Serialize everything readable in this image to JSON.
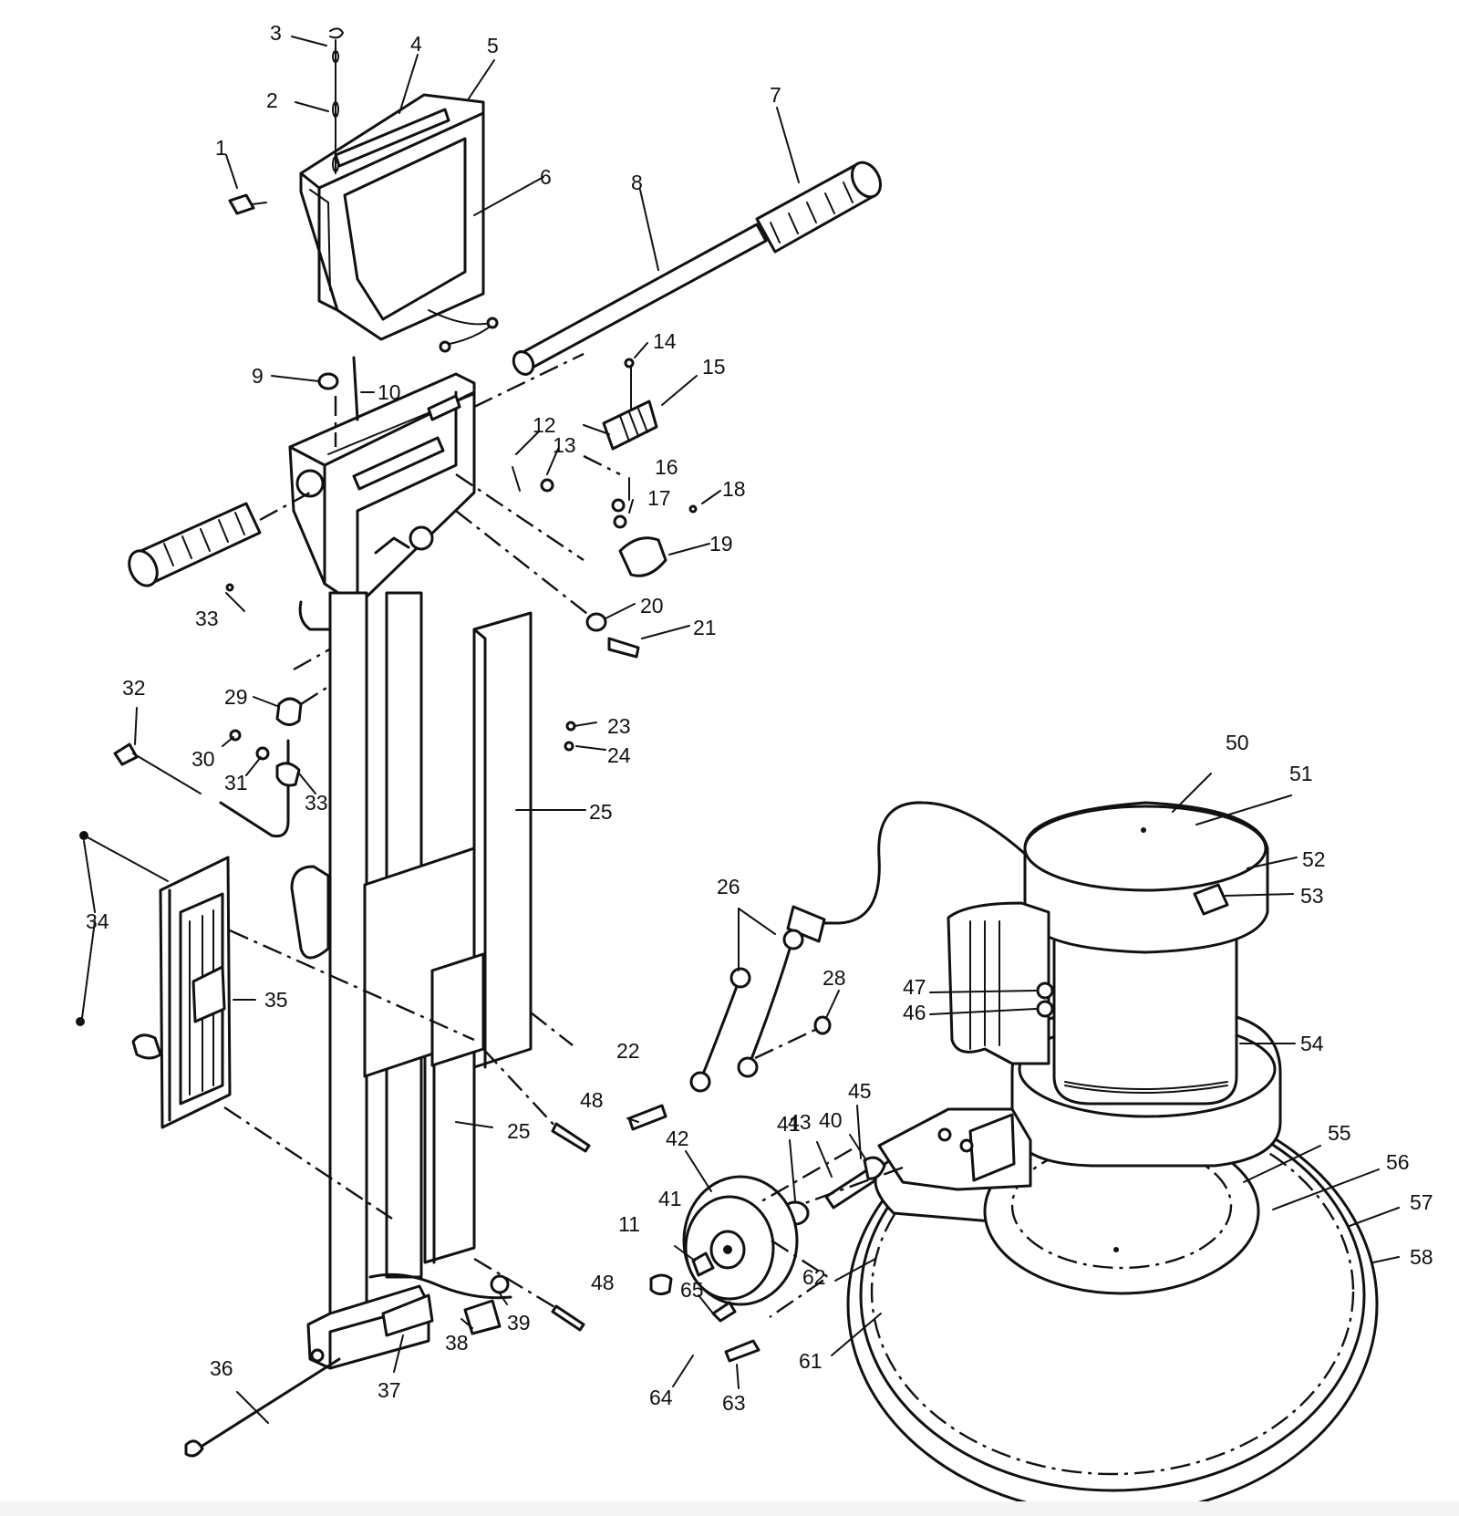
{
  "callouts": [
    {
      "id": "c1",
      "label": "1"
    },
    {
      "id": "c2",
      "label": "2"
    },
    {
      "id": "c3",
      "label": "3"
    },
    {
      "id": "c4",
      "label": "4"
    },
    {
      "id": "c5",
      "label": "5"
    },
    {
      "id": "c6",
      "label": "6"
    },
    {
      "id": "c7",
      "label": "7"
    },
    {
      "id": "c8",
      "label": "8"
    },
    {
      "id": "c9",
      "label": "9"
    },
    {
      "id": "c10",
      "label": "10"
    },
    {
      "id": "c11",
      "label": "11"
    },
    {
      "id": "c12",
      "label": "12"
    },
    {
      "id": "c13",
      "label": "13"
    },
    {
      "id": "c14",
      "label": "14"
    },
    {
      "id": "c15",
      "label": "15"
    },
    {
      "id": "c16",
      "label": "16"
    },
    {
      "id": "c17",
      "label": "17"
    },
    {
      "id": "c18",
      "label": "18"
    },
    {
      "id": "c19",
      "label": "19"
    },
    {
      "id": "c20",
      "label": "20"
    },
    {
      "id": "c21",
      "label": "21"
    },
    {
      "id": "c22",
      "label": "22"
    },
    {
      "id": "c23",
      "label": "23"
    },
    {
      "id": "c24",
      "label": "24"
    },
    {
      "id": "c25a",
      "label": "25"
    },
    {
      "id": "c25b",
      "label": "25"
    },
    {
      "id": "c26",
      "label": "26"
    },
    {
      "id": "c28",
      "label": "28"
    },
    {
      "id": "c29",
      "label": "29"
    },
    {
      "id": "c30",
      "label": "30"
    },
    {
      "id": "c31",
      "label": "31"
    },
    {
      "id": "c32",
      "label": "32"
    },
    {
      "id": "c33a",
      "label": "33"
    },
    {
      "id": "c33b",
      "label": "33"
    },
    {
      "id": "c34",
      "label": "34"
    },
    {
      "id": "c35",
      "label": "35"
    },
    {
      "id": "c36",
      "label": "36"
    },
    {
      "id": "c37",
      "label": "37"
    },
    {
      "id": "c38",
      "label": "38"
    },
    {
      "id": "c39",
      "label": "39"
    },
    {
      "id": "c40",
      "label": "40"
    },
    {
      "id": "c41a",
      "label": "41"
    },
    {
      "id": "c41b",
      "label": "41"
    },
    {
      "id": "c42",
      "label": "42"
    },
    {
      "id": "c43",
      "label": "43"
    },
    {
      "id": "c45",
      "label": "45"
    },
    {
      "id": "c46",
      "label": "46"
    },
    {
      "id": "c47",
      "label": "47"
    },
    {
      "id": "c48a",
      "label": "48"
    },
    {
      "id": "c48b",
      "label": "48"
    },
    {
      "id": "c50",
      "label": "50"
    },
    {
      "id": "c51",
      "label": "51"
    },
    {
      "id": "c52",
      "label": "52"
    },
    {
      "id": "c53",
      "label": "53"
    },
    {
      "id": "c54",
      "label": "54"
    },
    {
      "id": "c55",
      "label": "55"
    },
    {
      "id": "c56",
      "label": "56"
    },
    {
      "id": "c57",
      "label": "57"
    },
    {
      "id": "c58",
      "label": "58"
    },
    {
      "id": "c61",
      "label": "61"
    },
    {
      "id": "c62",
      "label": "62"
    },
    {
      "id": "c63",
      "label": "63"
    },
    {
      "id": "c64",
      "label": "64"
    },
    {
      "id": "c65",
      "label": "65"
    }
  ]
}
